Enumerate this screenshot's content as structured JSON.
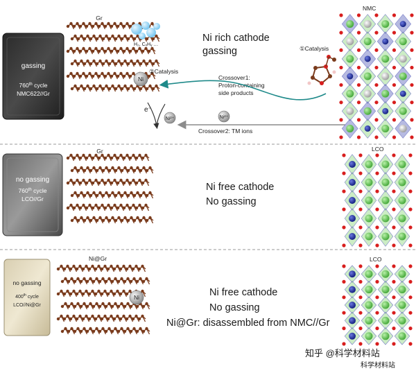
{
  "panel1": {
    "pouch_label_gassing": "gassing",
    "pouch_cycle_prefix": "760",
    "pouch_cycle_sup": "th",
    "pouch_cycle_suffix": " cycle",
    "pouch_chem": "NMC622//Gr",
    "anode_label": "Gr",
    "cathode_label": "NMC",
    "gas_label": "H₂, CₓHᵧ …",
    "catalysis1": "①Catalysis",
    "catalysis2": "②Catalysis",
    "ni_atom": "Ni",
    "electron": "e⁻",
    "ni_ion": "Ni²⁺",
    "title_line1": "Ni rich cathode",
    "title_line2": "gassing",
    "crossover1_line1": "Crossover1:",
    "crossover1_line2": "Proton-containing",
    "crossover1_line3": "side products",
    "crossover2": "Crossover2: TM ions"
  },
  "panel2": {
    "pouch_label": "no gassing",
    "pouch_cycle_prefix": "760",
    "pouch_cycle_sup": "th",
    "pouch_cycle_suffix": " cycle",
    "pouch_chem": "LCO//Gr",
    "anode_label": "Gr",
    "cathode_label": "LCO",
    "line1": "Ni free cathode",
    "line2": "No gassing"
  },
  "panel3": {
    "pouch_label": "no gassing",
    "pouch_cycle_prefix": "400",
    "pouch_cycle_sup": "th",
    "pouch_cycle_suffix": " cycle",
    "pouch_chem": "LCO//Ni@Gr",
    "anode_label": "Ni@Gr",
    "cathode_label": "LCO",
    "ni_atom": "Ni",
    "line1": "Ni free cathode",
    "line2": "No gassing",
    "line3": "Ni@Gr: disassembled from NMC//Gr"
  },
  "watermark1": "知乎 @科学材料站",
  "watermark2": "科学材料站",
  "colors": {
    "graphene": "#7a3b1c",
    "cathode_green": "#6ecb5a",
    "cathode_blue": "#2f3aa8",
    "cathode_red": "#d81e1e",
    "arrow_teal": "#1f8a8a",
    "arrow_gray": "#8c8c8c"
  }
}
